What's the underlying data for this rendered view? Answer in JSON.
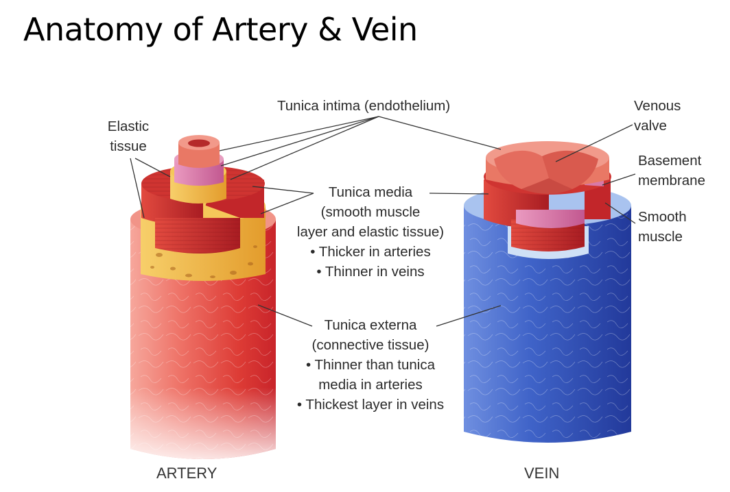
{
  "slide": {
    "title": "Anatomy of Artery & Vein"
  },
  "labels": {
    "tunica_intima": "Tunica intima (endothelium)",
    "elastic_tissue": [
      "Elastic",
      "tissue"
    ],
    "venous_valve": [
      "Venous",
      "valve"
    ],
    "basement_membrane": [
      "Basement",
      "membrane"
    ],
    "smooth_muscle": [
      "Smooth",
      "muscle"
    ],
    "tunica_media": {
      "lines": [
        "Tunica media",
        "(smooth muscle",
        "layer and elastic tissue)"
      ],
      "bullets": [
        "Thicker in arteries",
        "Thinner in veins"
      ]
    },
    "tunica_externa": {
      "lines": [
        "Tunica externa",
        "(connective tissue)"
      ],
      "bullets": [
        "Thinner than tunica",
        "media in arteries",
        "Thickest layer in veins"
      ]
    },
    "artery": "ARTERY",
    "vein": "VEIN"
  },
  "colors": {
    "artery_red": "#e0433b",
    "artery_dark": "#b8232a",
    "elastic_yellow": "#f2bb45",
    "intima_pink": "#d56b9d",
    "vein_blue": "#3a5fc4",
    "vein_dark": "#213a98",
    "leader_line": "#333333"
  }
}
